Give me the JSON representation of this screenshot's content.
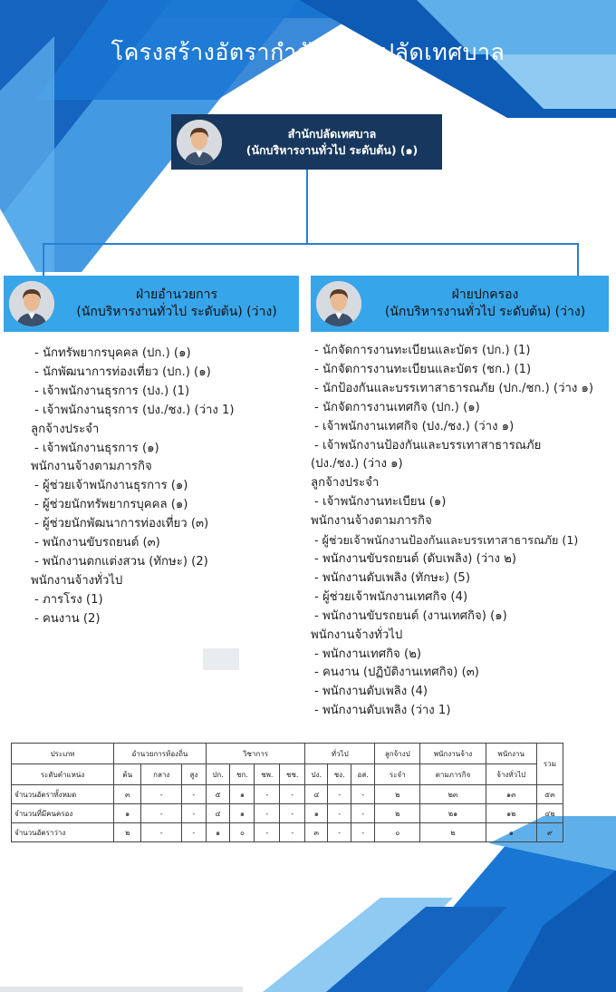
{
  "title": "โครงสร้างอัตรากำลังสำนักปลัดเทศบาล",
  "colors": {
    "navy": "#17375e",
    "light_blue": "#37a5e9",
    "connector": "#2a7fd3",
    "bg_blue_dark": "#1565c0",
    "bg_blue_light": "#5fb0ea"
  },
  "head_box": {
    "line1": "สำนักปลัดเทศบาล",
    "line2": "(นักบริหารงานทั่วไป  ระดับต้น) (๑)",
    "avatar_icon": "person-avatar"
  },
  "left_box": {
    "line1": "ฝ่ายอำนวยการ",
    "line2": "(นักบริหารงานทั่วไป  ระดับต้น)  (ว่าง)",
    "avatar_icon": "person-avatar"
  },
  "right_box": {
    "line1": "ฝ่ายปกครอง",
    "line2": "(นักบริหารงานทั่วไป  ระดับต้น)  (ว่าง)",
    "avatar_icon": "person-avatar"
  },
  "left_list": [
    "- นักทรัพยากรบุคคล  (ปก.) (๑)",
    "- นักพัฒนาการท่องเที่ยว  (ปก.) (๑)",
    "- เจ้าพนักงานธุรการ (ปง.) (1)",
    "- เจ้าพนักงานธุรการ (ปง./ชง.) (ว่าง 1)",
    "ลูกจ้างประจำ",
    "- เจ้าพนักงานธุรการ (๑)",
    "พนักงานจ้างตามภารกิจ",
    "- ผู้ช่วยเจ้าพนักงานธุรการ  (๑)",
    "- ผู้ช่วยนักทรัพยากรบุคคล  (๑)",
    "- ผู้ช่วยนักพัฒนาการท่องเที่ยว  (๓)",
    "- พนักงานขับรถยนต์  (๓)",
    "- พนักงานตกแต่งสวน (ทักษะ)  (2)",
    "พนักงานจ้างทั่วไป",
    "- ภารโรง  (1)",
    "- คนงาน  (2)"
  ],
  "right_list": [
    "- นักจัดการงานทะเบียนและบัตร  (ปก.) (1)",
    "- นักจัดการงานทะเบียนและบัตร  (ชก.) (1)",
    "- นักป้องกันและบรรเทาสาธารณภัย  (ปก./ชก.) (ว่าง ๑)",
    "- นักจัดการงานเทศกิจ (ปก.) (๑)",
    "- เจ้าพนักงานเทศกิจ (ปง./ชง.) (ว่าง ๑)",
    "- เจ้าพนักงานป้องกันและบรรเทาสาธารณภัย",
    "(ปง./ชง.) (ว่าง ๑)",
    "ลูกจ้างประจำ",
    "- เจ้าพนักงานทะเบียน (๑)",
    "พนักงานจ้างตามภารกิจ",
    "-  ผู้ช่วยเจ้าพนักงานป้องกันและบรรเทาสาธารณภัย  (1)",
    "-  พนักงานขับรถยนต์ (ดับเพลิง) (ว่าง ๒)",
    "-  พนักงานดับเพลิง (ทักษะ) (5)",
    "-  ผู้ช่วยเจ้าพนักงานเทศกิจ  (4)",
    "-  พนักงานขับรถยนต์ (งานเทศกิจ)  (๑)",
    "พนักงานจ้างทั่วไป",
    "- พนักงานเทศกิจ (๒)",
    "- คนงาน (ปฏิบัติงานเทศกิจ) (๓)",
    "- พนักงานดับเพลิง (4)",
    "- พนักงานดับเพลิง (ว่าง 1)"
  ],
  "table": {
    "header1": {
      "type": "ประเภท",
      "local_admin": "อำนวยการท้องถิ่น",
      "academic": "วิชาการ",
      "general": "ทั่วไป",
      "permanent": "ลูกจ้างป",
      "mission": "พนักงานจ้าง",
      "general_staff": "พนักงาน",
      "total": "รวม"
    },
    "header2": {
      "level": "ระดับตำแหน่ง",
      "cols": [
        "ต้น",
        "กลาง",
        "สูง",
        "ปก.",
        "ชก.",
        "ชพ.",
        "ชช.",
        "ปง.",
        "ชง.",
        "อส."
      ],
      "permanent": "ระจำ",
      "mission": "ตามภารกิจ",
      "general_staff": "จ้างทั่วไป"
    },
    "rows": [
      {
        "label": "จำนวนอัตราทั้งหมด",
        "cells": [
          "๓",
          "-",
          "-",
          "๕",
          "๑",
          "-",
          "-",
          "๔",
          "-",
          "-",
          "๒",
          "๒๓",
          "๑๓",
          "๕๓"
        ]
      },
      {
        "label": "จำนวนที่มีคนครอง",
        "cells": [
          "๑",
          "-",
          "-",
          "๔",
          "๑",
          "-",
          "-",
          "๑",
          "-",
          "-",
          "๒",
          "๒๑",
          "๑๒",
          "๔๒"
        ]
      },
      {
        "label": "จำนวนอัตราว่าง",
        "cells": [
          "๒",
          "-",
          "-",
          "๑",
          "๐",
          "-",
          "-",
          "๓",
          "-",
          "-",
          "๐",
          "๒",
          "๑",
          "๙"
        ]
      }
    ]
  }
}
